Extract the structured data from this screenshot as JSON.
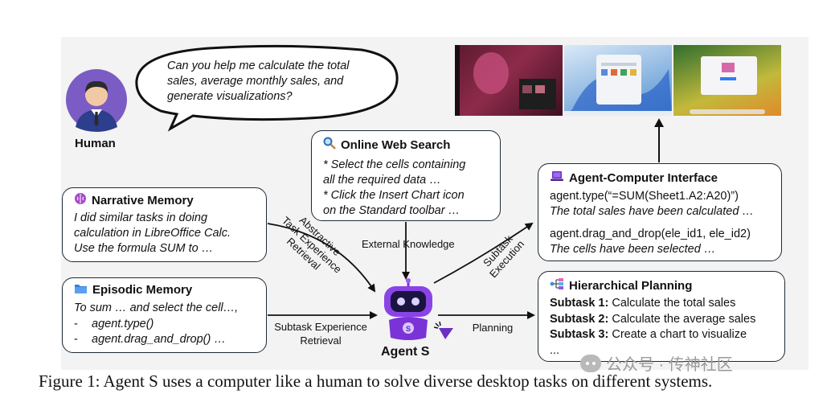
{
  "human": {
    "label": "Human",
    "speech": [
      "Can you help me calculate the total",
      "sales, average monthly sales, and",
      "generate visualizations?"
    ]
  },
  "web_search": {
    "title": "Online Web Search",
    "lines": [
      "* Select the cells containing",
      "all the required data …",
      "* Click the Insert Chart icon",
      "on the Standard toolbar …"
    ]
  },
  "narrative_memory": {
    "title": "Narrative Memory",
    "lines": [
      "I did similar tasks in doing",
      "calculation in LibreOffice Calc.",
      "Use the formula SUM to …"
    ]
  },
  "episodic_memory": {
    "title": "Episodic Memory",
    "lines": [
      "To sum … and select the cell…,",
      "-",
      "agent.type()",
      "-",
      "agent.drag_and_drop() …"
    ]
  },
  "aci": {
    "title": "Agent-Computer Interface",
    "lines": [
      "agent.type(“=SUM(Sheet1.A2:A20)”)",
      "The total sales have been calculated …",
      "agent.drag_and_drop(ele_id1, ele_id2)",
      "The cells have been selected …"
    ]
  },
  "planning": {
    "title": "Hierarchical Planning",
    "subtasks": [
      {
        "label": "Subtask 1:",
        "text": "Calculate the total sales"
      },
      {
        "label": "Subtask 2:",
        "text": "Calculate the average sales"
      },
      {
        "label": "Subtask 3:",
        "text": "Create a chart to visualize"
      }
    ],
    "more": "..."
  },
  "edges": {
    "external_knowledge": "External Knowledge",
    "abstractive": [
      "Abstractive",
      "Task Experience",
      "Retrieval"
    ],
    "subtask_experience": [
      "Subtask Experience",
      "Retrieval"
    ],
    "subtask_execution": [
      "Subtask",
      "Execution"
    ],
    "planning": "Planning"
  },
  "agent": {
    "label": "Agent S"
  },
  "caption": "Figure 1: Agent S uses a computer like a human to solve diverse desktop tasks on different systems.",
  "watermark": "公众号 · 传神社区",
  "colors": {
    "border": "#1e2a36",
    "background": "#f3f3f3",
    "robot": "#7a33d6",
    "avatar": "#7b5cc4"
  },
  "icons": [
    "user-avatar-icon",
    "magnifier-icon",
    "brain-icon",
    "folder-icon",
    "laptop-icon",
    "hierarchy-icon",
    "robot-icon",
    "cursor-icon"
  ]
}
